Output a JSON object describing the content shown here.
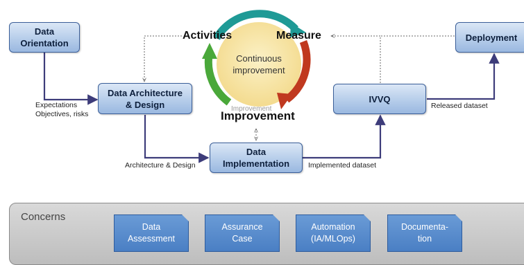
{
  "nodes": {
    "data_orientation": "Data\nOrientation",
    "data_architecture": "Data Architecture\n& Design",
    "data_implementation": "Data\nImplementation",
    "ivvq": "IVVQ",
    "deployment": "Deployment"
  },
  "edge_labels": {
    "expectations": "Expectations\nObjectives, risks",
    "architecture_design": "Architecture & Design",
    "implemented_dataset": "Implemented dataset",
    "released_dataset": "Released dataset"
  },
  "cycle": {
    "activities": "Activities",
    "measure": "Measure",
    "improvement": "Improvement",
    "improvement_ghost": "Improvement",
    "center": "Continuous\nimprovement"
  },
  "concerns": {
    "title": "Concerns",
    "items": [
      "Data\nAssessment",
      "Assurance\nCase",
      "Automation\n(IA/MLOps)",
      "Documenta-\ntion"
    ]
  },
  "colors": {
    "box_border": "#3a5e98",
    "arrow": "#3d3c7a",
    "cycle_teal": "#1f9a96",
    "cycle_green": "#4aa83a",
    "cycle_red": "#c0391f",
    "cycle_fill": "#f6e39a",
    "concern_blue": "#4f83c6"
  }
}
